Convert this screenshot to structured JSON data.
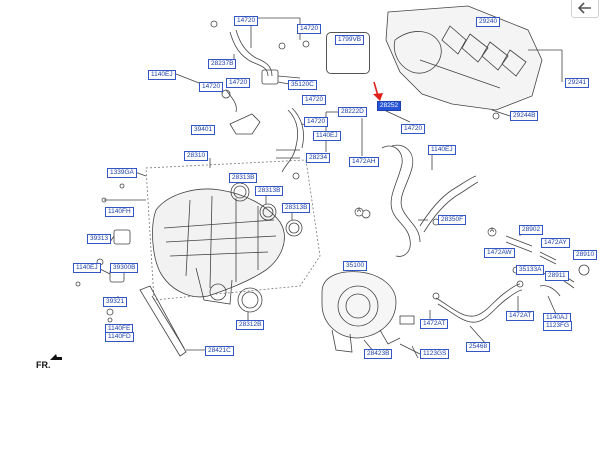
{
  "toolbar": {
    "back_icon": "arrow-left-icon"
  },
  "orientation": {
    "label": "FR."
  },
  "callouts": {
    "c_14720_top": "14720",
    "c_14720_r": "14720",
    "c_28237b": "28237B",
    "c_1140ej_a": "1140EJ",
    "c_14720_a": "14720",
    "c_14720_b": "14720",
    "c_35120c": "35120C",
    "c_14720_c": "14720",
    "c_39401": "39401",
    "c_28222d": "28222D",
    "c_14720_d": "14720",
    "c_1140ej_b": "1140EJ",
    "c_28310": "28310",
    "c_28234": "28234",
    "c_1339ga": "1339GA",
    "c_28313b_a": "28313B",
    "c_28313b_b": "28313B",
    "c_28313b_c": "28313B",
    "c_1140fh": "1140FH",
    "c_39313": "39313",
    "c_1140ej_c": "1140EJ",
    "c_39300b": "39300B",
    "c_39321": "39321",
    "c_1140fe": "1140FE",
    "c_1140fd": "1140FD",
    "c_28312b": "28312B",
    "c_28421c": "28421C",
    "c_1799vb": "1799VB",
    "c_29240": "29240",
    "c_29241": "29241",
    "c_29244b": "29244B",
    "c_28252": "28252",
    "c_14720_e": "14720",
    "c_1472ah": "1472AH",
    "c_1140ej_d": "1140EJ",
    "c_28350f": "28350F",
    "c_35100": "35100",
    "c_28423b": "28423B",
    "c_1123gs": "1123GS",
    "c_1472at_a": "1472AT",
    "c_25468": "25468",
    "c_28902": "28902",
    "c_1472aw": "1472AW",
    "c_1472ay": "1472AY",
    "c_28910": "28910",
    "c_35133a": "35133A",
    "c_28911": "28911",
    "c_1472at_b": "1472AT",
    "c_1140aj": "1140AJ",
    "c_1123fg": "1123FG"
  },
  "markers": {
    "a_mark": "A"
  },
  "colors": {
    "callout_text": "#1a3ea8",
    "callout_border": "#3456c4",
    "highlight": "#2554d6",
    "indicator": "#e0201b"
  }
}
